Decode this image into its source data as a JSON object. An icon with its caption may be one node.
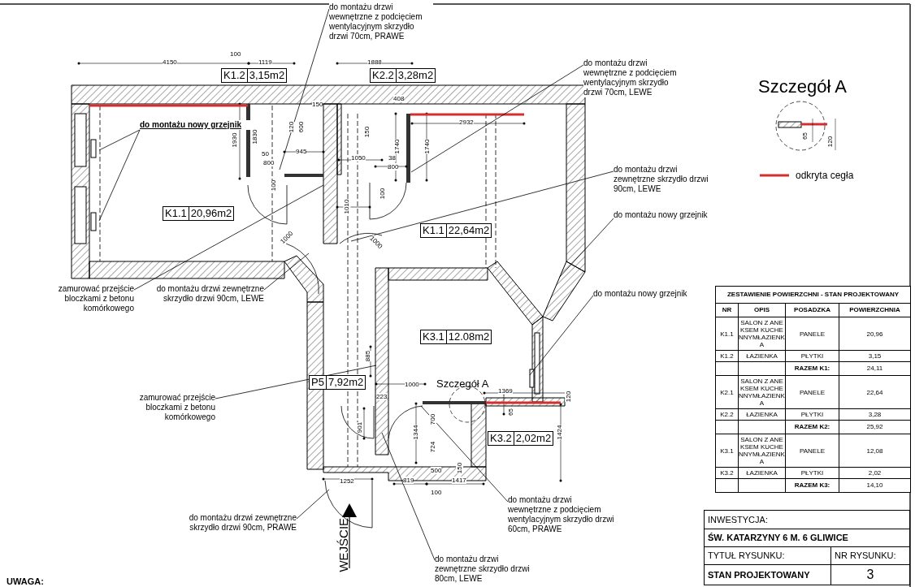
{
  "diagram": {
    "nodes": [
      {
        "text": [
          "do montażu drzwi wewnętrzne z podcięciem wentylacyjnym skrzydło drzwi 70cm, PRAWE"
        ]
      },
      {
        "text": [
          "do montażu drzwi wewnętrzne z podcięciem wentylacyjnym skrzydło drzwi 70cm, LEWE"
        ]
      },
      {
        "text": [
          "do montażu nowy grzejnik"
        ]
      },
      {
        "text": [
          "do montażu drzwi zewnętrzne skrzydło drzwi 90cm, LEWE"
        ]
      },
      {
        "text": [
          "do montażu nowy grzejnik"
        ]
      },
      {
        "text": [
          "do montażu nowy grzejnik"
        ]
      },
      {
        "text": [
          "zamurować przejście bloczkami z betonu komórkowego"
        ]
      },
      {
        "text": [
          "do montażu drzwi zewnętrzne skrzydło drzwi 90cm, LEWE"
        ]
      },
      {
        "text": [
          "zamurować przejście bloczkami z betonu komórkowego"
        ]
      },
      {
        "text": [
          "do montażu drzwi wewnętrzne z podcięciem wentylacyjnym skrzydło drzwi 60cm, PRAWE"
        ]
      },
      {
        "text": [
          "do montażu drzwi zewnętrzne skrzydło drzwi 90cm, PRAWE"
        ]
      },
      {
        "text": [
          "do montażu drzwi zewnętrzne skrzydło drzwi 80cm, LEWE"
        ]
      },
      {
        "text": [
          "K1.2",
          "3,15m2"
        ]
      },
      {
        "text": [
          "K2.2",
          "3,28m2"
        ]
      },
      {
        "text": [
          "K1.1",
          "20,96m2"
        ]
      },
      {
        "text": [
          "K1.1",
          "22,64m2"
        ]
      },
      {
        "text": [
          "K3.1",
          "12.08m2"
        ]
      },
      {
        "text": [
          "P5",
          "7,92m2"
        ]
      },
      {
        "text": [
          "K3.2",
          "2,02m2"
        ]
      }
    ],
    "edges": [
      {
        "from": 0,
        "to": null,
        "arrow": "none"
      },
      {
        "from": 1,
        "to": null,
        "arrow": "none"
      },
      {
        "from": 2,
        "to": null,
        "arrow": "none"
      },
      {
        "from": 2,
        "to": null,
        "arrow": "none"
      },
      {
        "from": 3,
        "to": null,
        "arrow": "none"
      },
      {
        "from": 4,
        "to": null,
        "arrow": "none"
      },
      {
        "from": 5,
        "to": null,
        "arrow": "none"
      },
      {
        "from": 6,
        "to": null,
        "arrow": "none"
      },
      {
        "from": 7,
        "to": null,
        "arrow": "none"
      },
      {
        "from": 8,
        "to": null,
        "arrow": "none"
      },
      {
        "from": 9,
        "to": null,
        "arrow": "none"
      },
      {
        "from": 10,
        "to": null,
        "arrow": "none"
      },
      {
        "from": 11,
        "to": null,
        "arrow": "none"
      }
    ],
    "labels": [
      "4150",
      "100",
      "1119",
      "1888",
      "408",
      "150",
      "120",
      "600",
      "1930",
      "1830",
      "50",
      "800",
      "945",
      "100",
      "1050",
      "38",
      "800",
      "150",
      "1740",
      "1740",
      "100",
      "1010",
      "2932",
      "1000",
      "1000",
      "885",
      "223",
      "1000",
      "1369",
      "120",
      "65",
      "1424",
      "700",
      "1344",
      "724",
      "901",
      "500",
      "150",
      "819",
      "1417",
      "100",
      "1252",
      "Szczegół A",
      "WEJŚCIE",
      "Szczegół A",
      "65",
      "120",
      "ZESTAWIENIE POWIERZCHNI - STAN PROJEKTOWANY",
      "NR",
      "OPIS",
      "POSADZKA",
      "POWIERZCHNIA",
      "K1.1",
      "SALON Z ANEKSEM KUCHENNYMŁAZIENKA",
      "PANELE",
      "20,96",
      "K1.2",
      "ŁAZIENKA",
      "PŁYTKI",
      "3,15",
      "RAZEM K1:",
      "24,11",
      "K2.1",
      "SALON Z ANEKSEM KUCHENNYMŁAZIENKA",
      "PANELE",
      "22,64",
      "K2.2",
      "ŁAZIENKA",
      "PŁYTKI",
      "3,28",
      "RAZEM K2:",
      "25,92",
      "K3.1",
      "SALON Z ANEKSEM KUCHENNYMŁAZIENKA",
      "PANELE",
      "12,08",
      "K3.2",
      "ŁAZIENKA",
      "PŁYTKI",
      "2,02",
      "RAZEM K3:",
      "14,10",
      "INWESTYCJA:",
      "ŚW. KATARZYNY 6 M. 6 GLIWICE",
      "TYTUŁ RYSUNKU:",
      "NR RYSUNKU:",
      "STAN PROJEKTOWANY",
      "3",
      "UWAGA:"
    ],
    "legend": [
      {
        "text": "odkryta cegła"
      }
    ]
  }
}
